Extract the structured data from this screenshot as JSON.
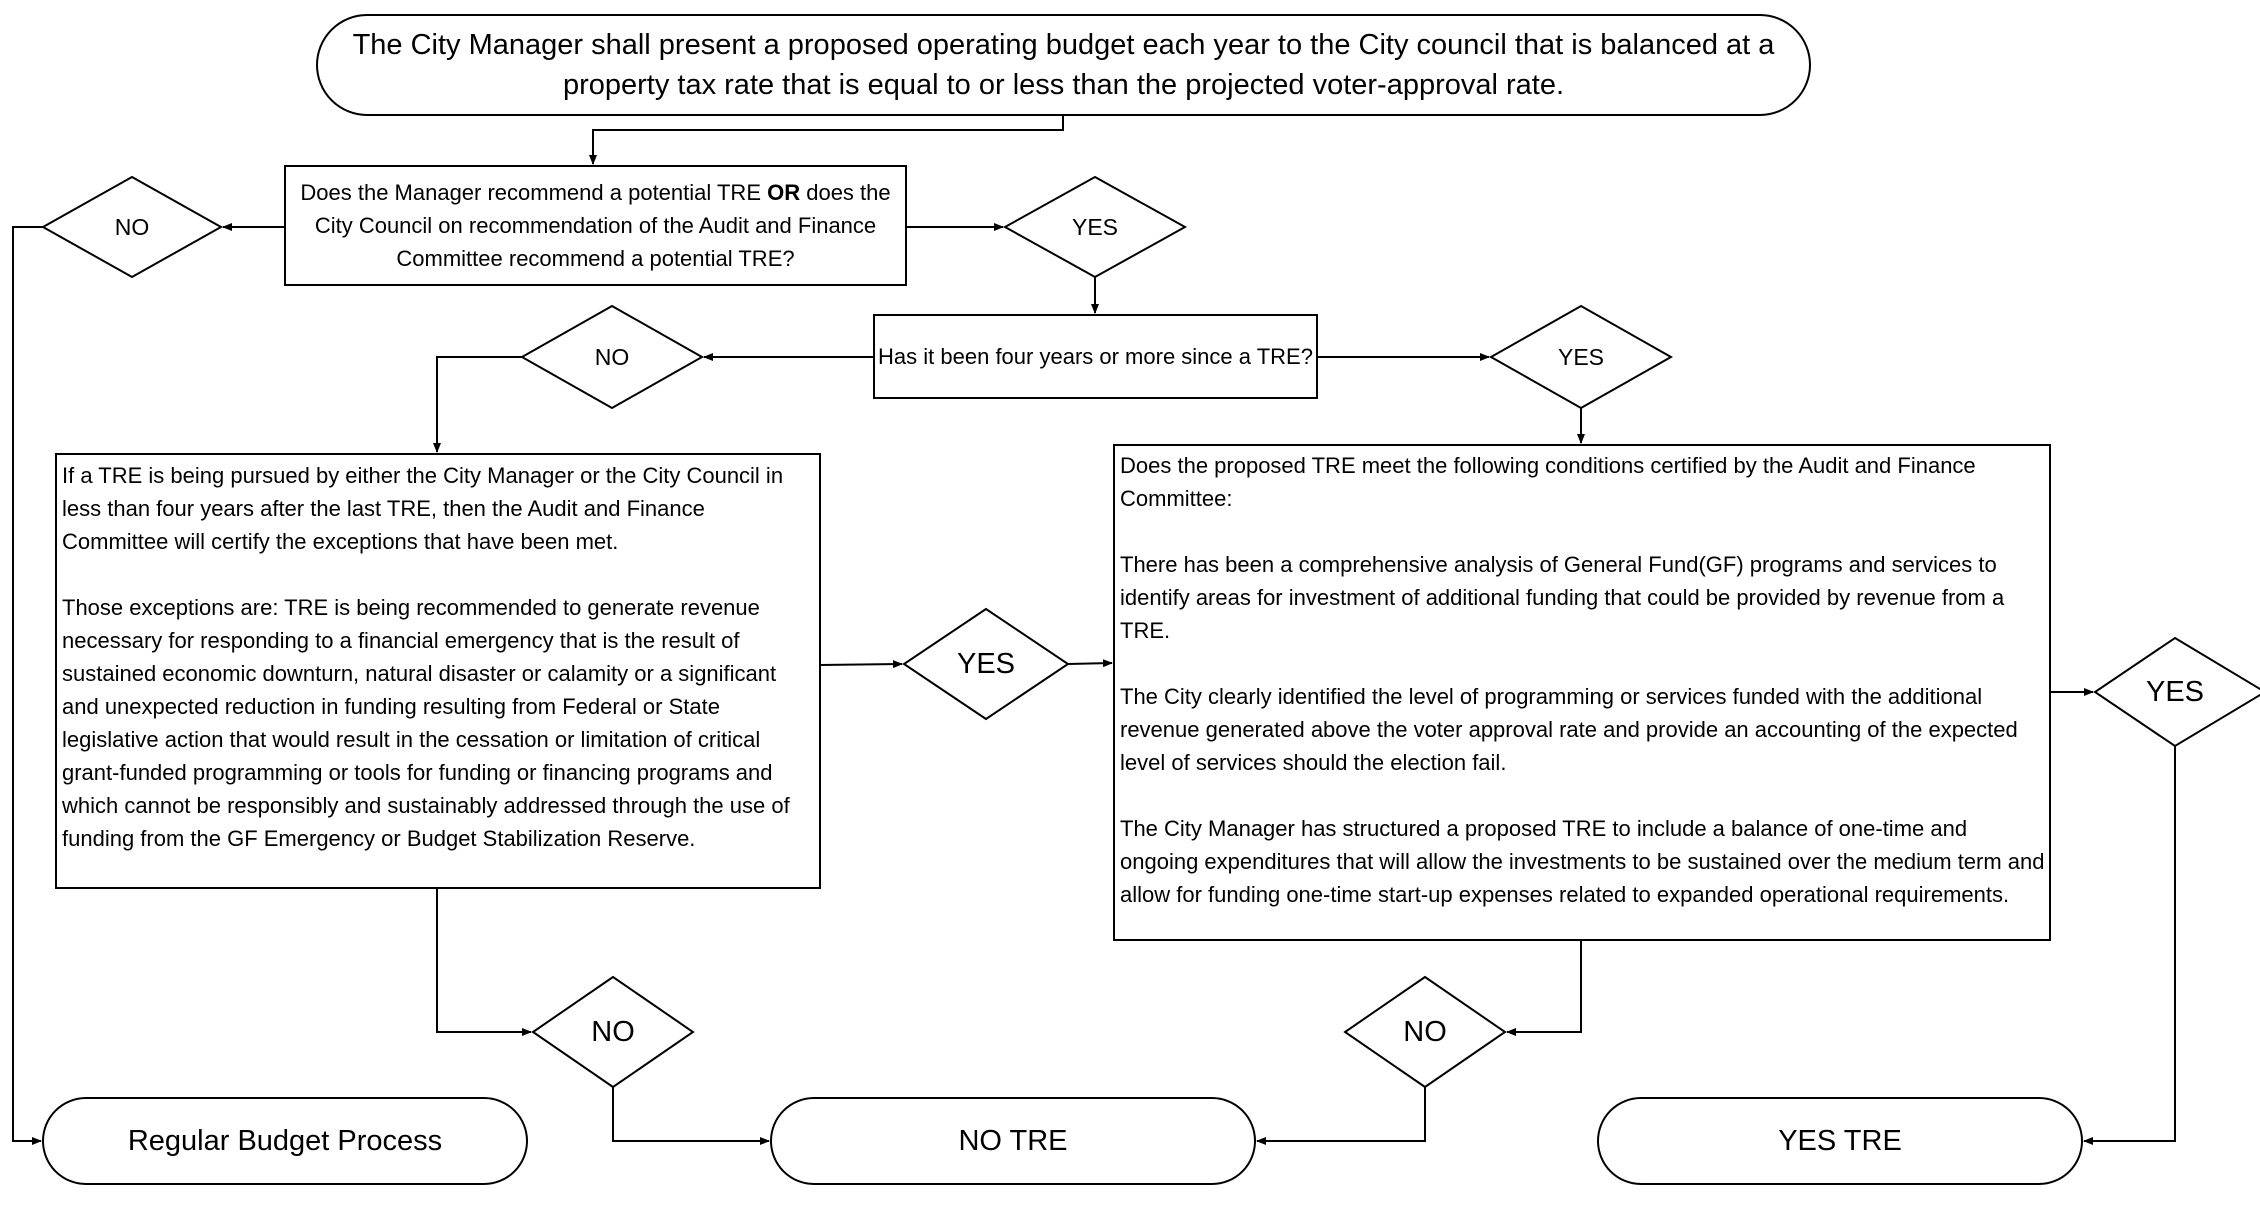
{
  "flowchart": {
    "start": {
      "line1": "The City Manager shall present a proposed operating budget each year to the City council that is balanced at a",
      "line2": "property tax rate that is equal to or less than the projected voter-approval rate."
    },
    "q1": {
      "prefix": "Does the Manager recommend a potential TRE ",
      "bold": "OR",
      "suffix": " does the City Council on recommendation of the Audit and Finance Committee recommend a potential TRE?"
    },
    "q2": "Has it been four years or more since a TRE?",
    "exceptions": {
      "paragraph1": "If a TRE is being pursued by either the City Manager or the City Council in less than four years after the last TRE, then the Audit and Finance Committee will certify the exceptions that have been met.",
      "paragraph2": "Those exceptions are: TRE is being recommended to generate revenue necessary for responding to a financial emergency that is the result of sustained economic downturn, natural disaster or calamity or a significant and unexpected reduction in funding resulting from Federal or State legislative action that would result in the cessation or limitation of critical grant-funded programming or tools for funding or financing programs and which cannot be responsibly and sustainably addressed through the use of funding from the GF Emergency or Budget Stabilization Reserve."
    },
    "conditions": {
      "paragraph1": "Does the proposed TRE meet the following conditions certified by the Audit and Finance Committee:",
      "paragraph2": "There has been a comprehensive analysis of General Fund(GF) programs and services to identify areas for investment of additional funding that could be provided by revenue from a TRE.",
      "paragraph3": "The City clearly identified the level of programming or services funded with the additional revenue generated above the voter approval rate and provide an accounting of the expected level of services should the election fail.",
      "paragraph4": "The City Manager has structured a proposed TRE to include a balance of one-time and ongoing expenditures that will allow the investments to be sustained over the medium term and allow for funding one-time start-up expenses related to expanded operational requirements."
    },
    "decisions": {
      "no_q1": "NO",
      "yes_q1": "YES",
      "no_q2": "NO",
      "yes_q2": "YES",
      "yes_exceptions": "YES",
      "no_exceptions": "NO",
      "no_conditions": "NO",
      "yes_conditions": "YES"
    },
    "outcomes": {
      "regular": "Regular Budget Process",
      "no_tre": "NO TRE",
      "yes_tre": "YES TRE"
    }
  }
}
